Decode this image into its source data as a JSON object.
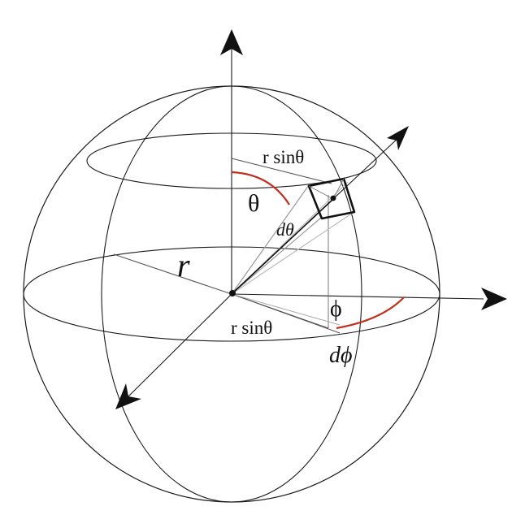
{
  "labels": {
    "theta": "θ",
    "d_theta": "dθ",
    "r": "r",
    "r_sin_theta_top": "r sinθ",
    "r_sin_theta_bottom": "r sinθ",
    "phi": "ϕ",
    "d_phi": "dϕ"
  },
  "colors": {
    "line": "#1a1a1a",
    "guide": "#9a9a9a",
    "angle_arc": "#c0301c",
    "background": "#ffffff"
  }
}
